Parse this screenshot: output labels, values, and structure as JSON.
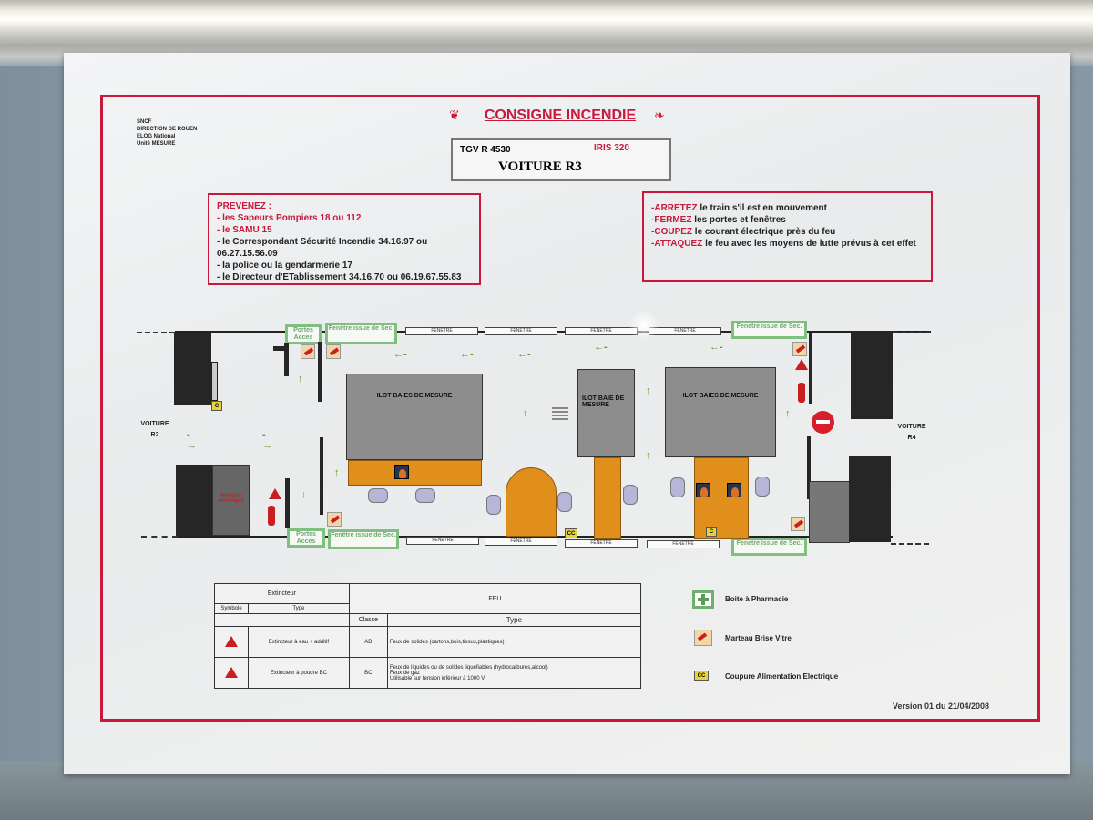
{
  "header": {
    "org_lines": [
      "SNCF",
      "DIRECTION DE ROUEN",
      "ELOG National",
      "Unité MESURE"
    ],
    "title": "CONSIGNE INCENDIE"
  },
  "train": {
    "model": "TGV R  4530",
    "iris": "IRIS 320",
    "voiture": "VOITURE   R3"
  },
  "prevenez": {
    "heading": "PREVENEZ :",
    "lines": [
      "- les Sapeurs Pompiers 18 ou 112",
      "- le SAMU 15",
      "- le Correspondant Sécurité Incendie 34.16.97 ou 06.27.15.56.09",
      "- la police ou la gendarmerie 17",
      "- le Directeur d'ETablissement 34.16.70 ou 06.19.67.55.83"
    ]
  },
  "actions": [
    {
      "verb": "ARRETEZ",
      "rest": " le train s'il est en mouvement"
    },
    {
      "verb": "FERMEZ",
      "rest": " les portes et fenêtres"
    },
    {
      "verb": "COUPEZ",
      "rest": " le courant électrique près du feu"
    },
    {
      "verb": "ATTAQUEZ",
      "rest": " le feu avec les moyens de lutte prévus à cet effet"
    }
  ],
  "diagram": {
    "portes": "Portes Acces",
    "fenetre_issue": "Fenêtre issue de Sec.",
    "fenetre_issue_alt": "Fenetre issue de Sec.",
    "fenetre": "FENETRE",
    "ilot_1": "ILOT BAIES DE MESURE",
    "ilot_2": "ILOT BAIE DE MESURE",
    "ilot_3": "ILOT BAIES DE MESURE",
    "armoire": "Armoire électrique",
    "voiture_left": "VOITURE",
    "voiture_left_id": "R2",
    "voiture_right": "VOITURE",
    "voiture_right_id": "R4",
    "c": "C",
    "cc": "CC"
  },
  "legend_table": {
    "extincteur": "Extincteur",
    "feu": "FEU",
    "symbole": "Symbole",
    "type": "Type",
    "classe": "Classe",
    "rows": [
      {
        "ext_type": "Extincteur à eau + additif",
        "classe": "AB",
        "feu_lines": [
          "Feux de solides (cartons,bois,tissus,plastiques)"
        ]
      },
      {
        "ext_type": "Extincteur à poudre BC",
        "classe": "BC",
        "feu_lines": [
          "Feux de liquides ou de solides liquéfiables (hydrocarbures,alcool)",
          "Feux de gaz",
          "Utilisable sur tension inférieur à 1000 V"
        ]
      }
    ]
  },
  "legend": [
    "Boite à Pharmacie",
    "Marteau Brise Vitre",
    "Coupure Alimentation Electrique"
  ],
  "version": "Version 01 du 21/04/2008"
}
